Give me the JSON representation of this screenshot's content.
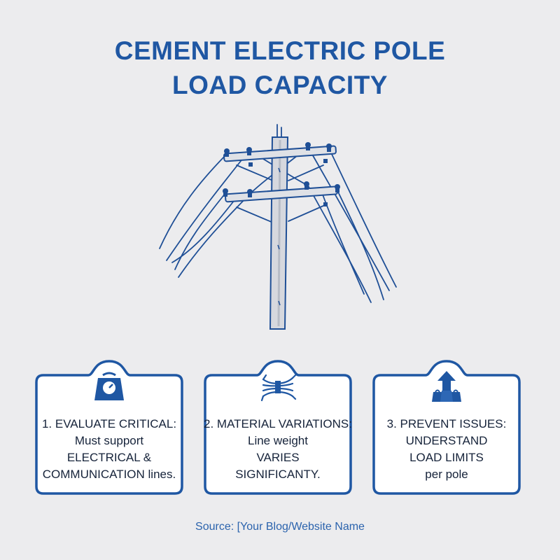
{
  "title": {
    "line1": "CEMENT ELECTRIC POLE",
    "line2": "LOAD CAPACITY"
  },
  "illustration": {
    "icon": "utility-pole-with-power-lines",
    "colors": {
      "line": "#1f4f96",
      "pole": "#d6d8de",
      "accent": "#1f57a3"
    }
  },
  "cards": [
    {
      "icon": "weighing-scale-icon",
      "lines": [
        "1. EVALUATE CRITICAL:",
        "Must support",
        "ELECTRICAL &",
        "COMMUNICATION lines."
      ]
    },
    {
      "icon": "cable-bundle-icon",
      "lines": [
        "2. MATERIAL VARIATIONS:",
        "Line weight",
        "VARIES",
        "SIGNIFICANTY."
      ]
    },
    {
      "icon": "upward-arrow-weights-icon",
      "lines": [
        "3. PREVENT ISSUES:",
        "UNDERSTAND",
        "LOAD LIMITS",
        "per pole"
      ]
    }
  ],
  "source": "Source: [Your Blog/Website Name"
}
